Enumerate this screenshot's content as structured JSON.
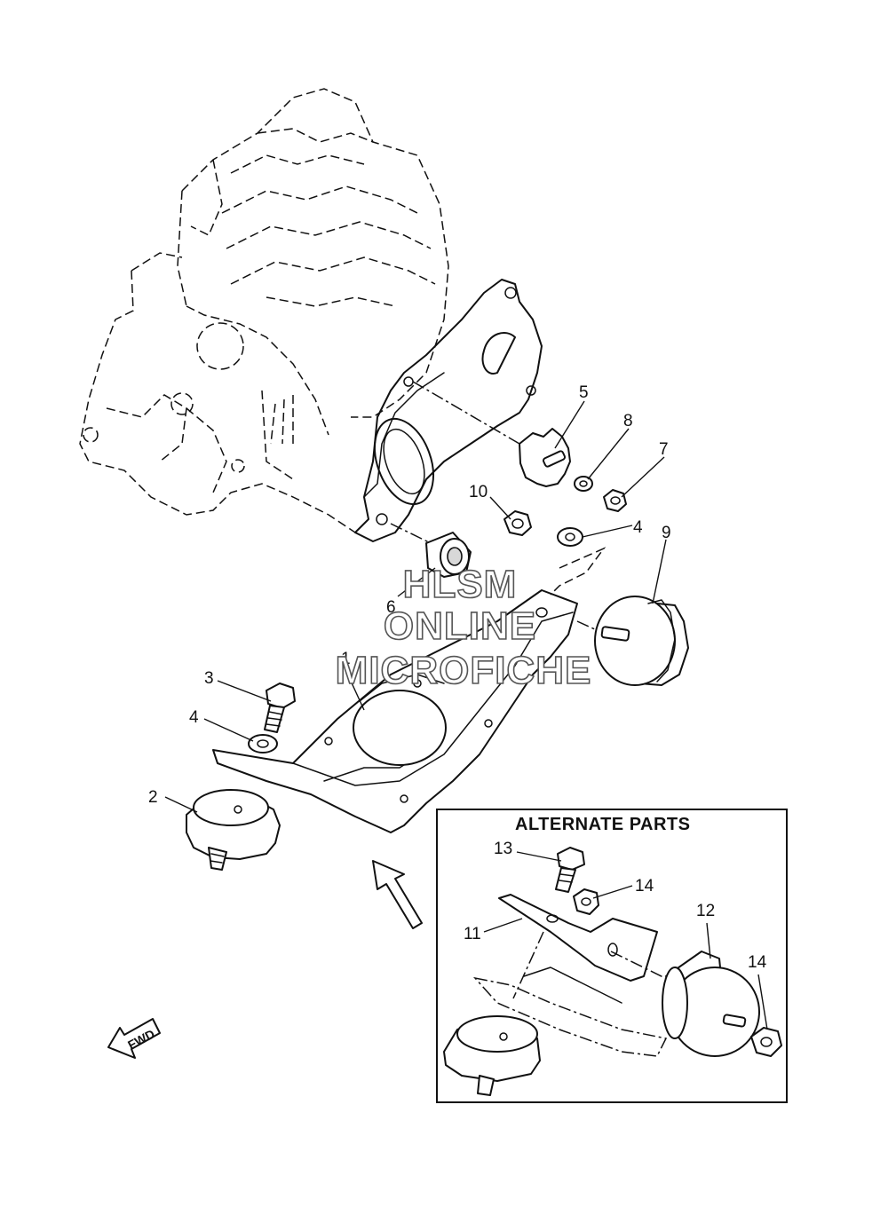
{
  "callouts": {
    "c1": "1",
    "c2": "2",
    "c3": "3",
    "c4a": "4",
    "c4b": "4",
    "c5": "5",
    "c6": "6",
    "c7": "7",
    "c8": "8",
    "c9": "9",
    "c10": "10",
    "c11": "11",
    "c12": "12",
    "c13": "13",
    "c14a": "14",
    "c14b": "14"
  },
  "alternate_box": {
    "title": "ALTERNATE PARTS"
  },
  "fwd_label": "FWD",
  "watermark": {
    "line1": "HLSM",
    "line2": "ONLINE",
    "line3": "MICROFICHE"
  }
}
